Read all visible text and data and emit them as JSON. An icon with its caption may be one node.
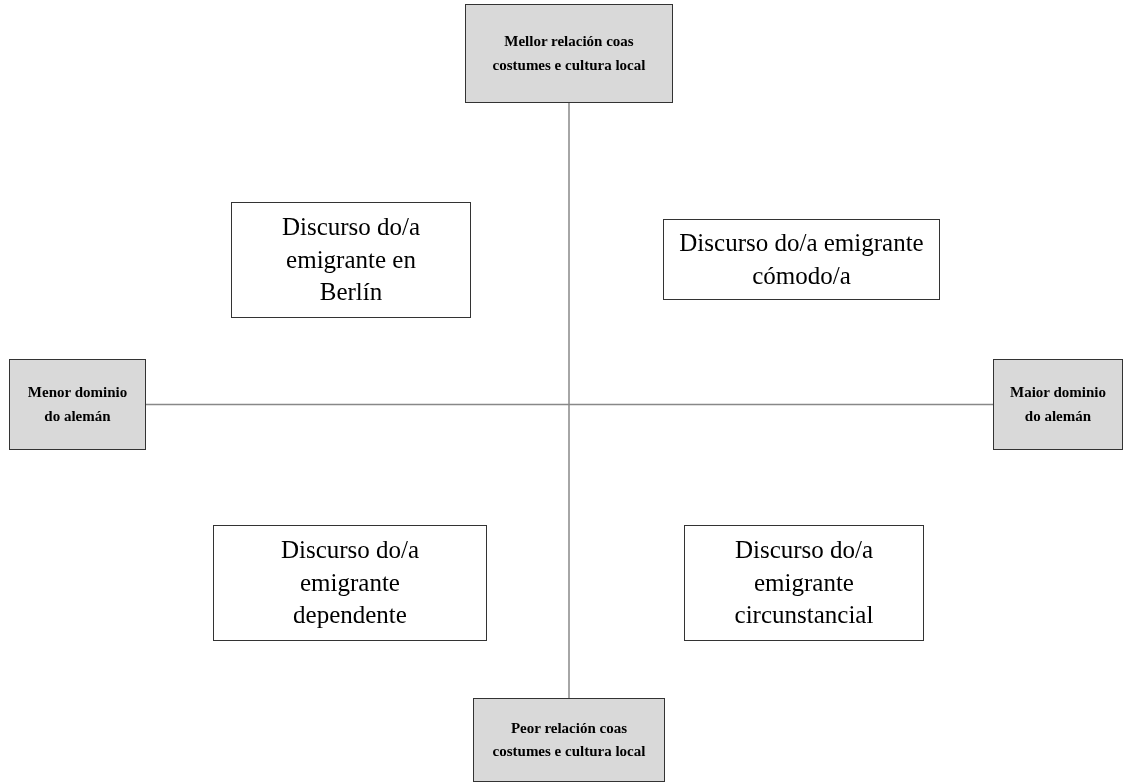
{
  "diagram": {
    "nodes": [
      {
        "text": [
          "Mellor relación coas costumes e cultura local"
        ]
      },
      {
        "text": [
          "Discurso do/a emigrante en Berlín"
        ]
      },
      {
        "text": [
          "Discurso do/a emigrante cómodo/a"
        ]
      },
      {
        "text": [
          "Menor dominio do alemán"
        ]
      },
      {
        "text": [
          "Maior dominio do alemán"
        ]
      },
      {
        "text": [
          "Discurso do/a emigrante dependente"
        ]
      },
      {
        "text": [
          "Discurso do/a emigrante circunstancial"
        ]
      },
      {
        "text": [
          "Peor relación coas costumes e cultura local"
        ]
      }
    ],
    "edges": [
      {
        "from": 0,
        "to": 7,
        "arrow": "none"
      },
      {
        "from": 3,
        "to": 4,
        "arrow": "none"
      }
    ]
  }
}
